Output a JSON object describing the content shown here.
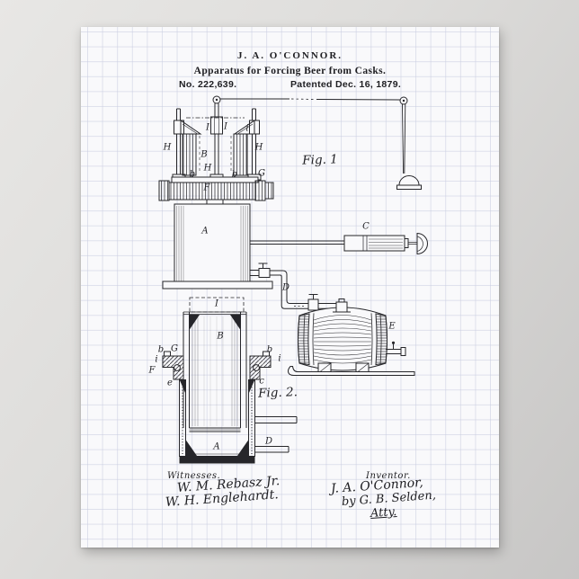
{
  "poster": {
    "header": {
      "inventor_name": "J. A. O'CONNOR.",
      "title": "Apparatus for Forcing Beer from Casks.",
      "patent_number": "No. 222,639.",
      "patent_date": "Patented Dec. 16, 1879."
    },
    "figures": {
      "fig1": "Fig. 1",
      "fig2": "Fig. 2."
    },
    "part_labels": {
      "A": "A",
      "B": "B",
      "C": "C",
      "D": "D",
      "E": "E",
      "F": "F",
      "G": "G",
      "H": "H",
      "I": "I",
      "b": "b",
      "c": "c",
      "e": "e",
      "i": "i"
    },
    "signatures": {
      "witnesses_heading": "Witnesses.",
      "witness1": "W. M. Rebasz Jr.",
      "witness2": "W. H. Englehardt.",
      "inventor_heading": "Inventor.",
      "inventor_signature": "J. A. O'Connor,",
      "attorney_signature": "by G. B. Selden,",
      "attorney_title": "Atty."
    },
    "colors": {
      "ink": "#232327",
      "paper": "#f9f9fb",
      "grid_line": "#c8ccE0",
      "backdrop": "#d8d7d5"
    }
  }
}
